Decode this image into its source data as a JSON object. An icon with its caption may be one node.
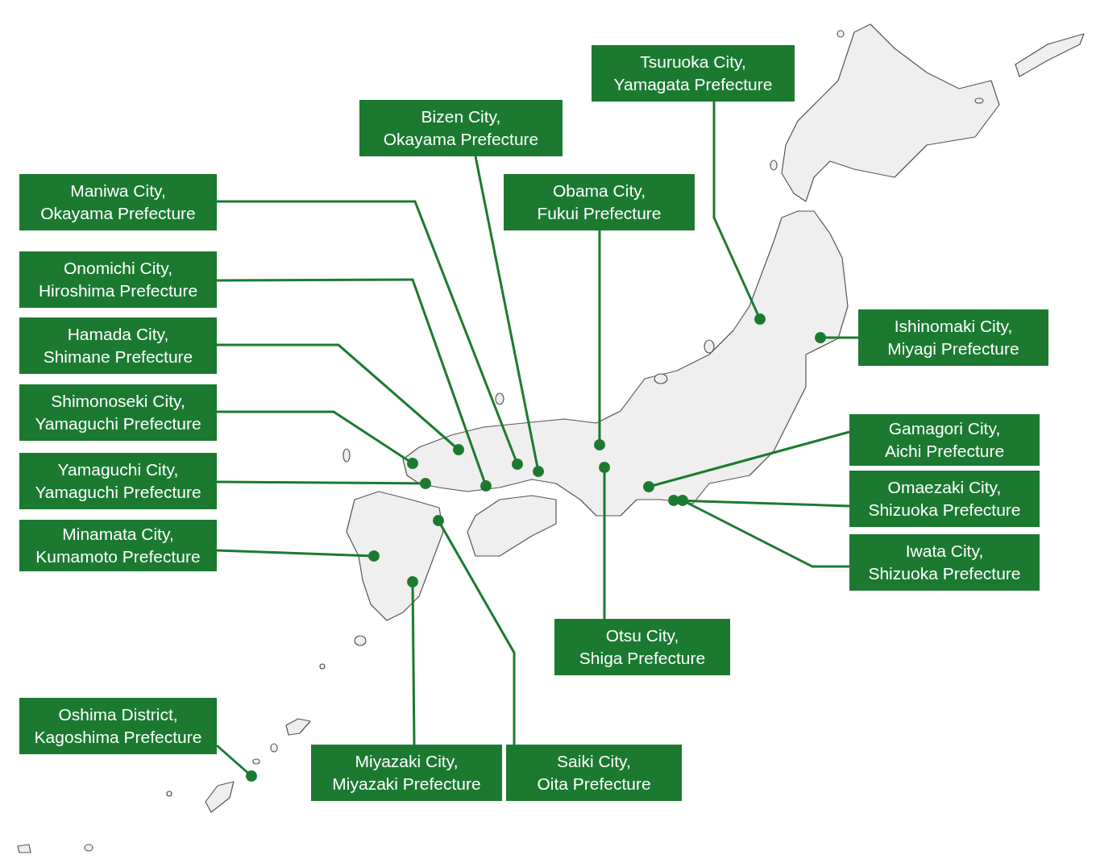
{
  "diagram": {
    "nodes": [
      {
        "text": [
          "Tsuruoka City, Yamagata Prefecture"
        ]
      },
      {
        "text": [
          "Bizen City, Okayama Prefecture"
        ]
      },
      {
        "text": [
          "Maniwa City, Okayama Prefecture"
        ]
      },
      {
        "text": [
          "Obama City, Fukui Prefecture"
        ]
      },
      {
        "text": [
          "Onomichi City, Hiroshima Prefecture"
        ]
      },
      {
        "text": [
          "Ishinomaki City, Miyagi Prefecture"
        ]
      },
      {
        "text": [
          "Hamada City, Shimane Prefecture"
        ]
      },
      {
        "text": [
          "Shimonoseki City, Yamaguchi Prefecture"
        ]
      },
      {
        "text": [
          "Gamagori City, Aichi Prefecture"
        ]
      },
      {
        "text": [
          "Yamaguchi City, Yamaguchi Prefecture"
        ]
      },
      {
        "text": [
          "Omaezaki City, Shizuoka Prefecture"
        ]
      },
      {
        "text": [
          "Minamata City, Kumamoto Prefecture"
        ]
      },
      {
        "text": [
          "Iwata City, Shizuoka Prefecture"
        ]
      },
      {
        "text": [
          "Otsu City, Shiga Prefecture"
        ]
      },
      {
        "text": [
          "Oshima District, Kagoshima Prefecture"
        ]
      },
      {
        "text": [
          "Miyazaki City, Miyazaki Prefecture"
        ]
      },
      {
        "text": [
          "Saiki City, Oita Prefecture"
        ]
      },
      {
        "text": [],
        "shape": "circle"
      },
      {
        "text": [],
        "shape": "circle"
      },
      {
        "text": [],
        "shape": "circle"
      },
      {
        "text": [],
        "shape": "circle"
      },
      {
        "text": [],
        "shape": "circle"
      },
      {
        "text": [],
        "shape": "circle"
      },
      {
        "text": [],
        "shape": "circle"
      },
      {
        "text": [],
        "shape": "circle"
      },
      {
        "text": [],
        "shape": "circle"
      },
      {
        "text": [],
        "shape": "circle"
      },
      {
        "text": [],
        "shape": "circle"
      },
      {
        "text": [],
        "shape": "circle"
      },
      {
        "text": [],
        "shape": "circle"
      },
      {
        "text": [],
        "shape": "circle"
      },
      {
        "text": [],
        "shape": "circle"
      },
      {
        "text": [],
        "shape": "circle"
      },
      {
        "text": [],
        "shape": "circle"
      }
    ],
    "edges": [
      {
        "from": 0,
        "to": 32,
        "arrow": "none"
      },
      {
        "from": 1,
        "to": 26,
        "arrow": "none"
      },
      {
        "from": 2,
        "to": 25,
        "arrow": "none"
      },
      {
        "from": 3,
        "to": 27,
        "arrow": "none"
      },
      {
        "from": 4,
        "to": 24,
        "arrow": "none"
      },
      {
        "from": 5,
        "to": 33,
        "arrow": "none"
      },
      {
        "from": 6,
        "to": 23,
        "arrow": "none"
      },
      {
        "from": 7,
        "to": 19,
        "arrow": "none"
      },
      {
        "from": 8,
        "to": 29,
        "arrow": "none"
      },
      {
        "from": 9,
        "to": 21,
        "arrow": "none"
      },
      {
        "from": 10,
        "to": 30,
        "arrow": "none"
      },
      {
        "from": 11,
        "to": 18,
        "arrow": "none"
      },
      {
        "from": 12,
        "to": 31,
        "arrow": "none"
      },
      {
        "from": 13,
        "to": 28,
        "arrow": "none"
      },
      {
        "from": 14,
        "to": 17,
        "arrow": "none"
      },
      {
        "from": 15,
        "to": 20,
        "arrow": "none"
      },
      {
        "from": 16,
        "to": 22,
        "arrow": "none"
      }
    ]
  }
}
